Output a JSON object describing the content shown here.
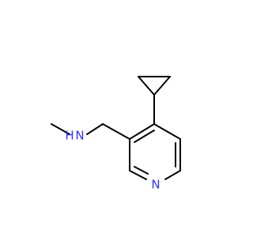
{
  "colors": {
    "background": "#ffffff",
    "bond": "#000000",
    "nitrogen": "#3333ff"
  },
  "atoms": {
    "ring_nitrogen": {
      "symbol": "N"
    },
    "amine_nitrogen": {
      "symbol": "N",
      "hydrogen": "H"
    }
  }
}
